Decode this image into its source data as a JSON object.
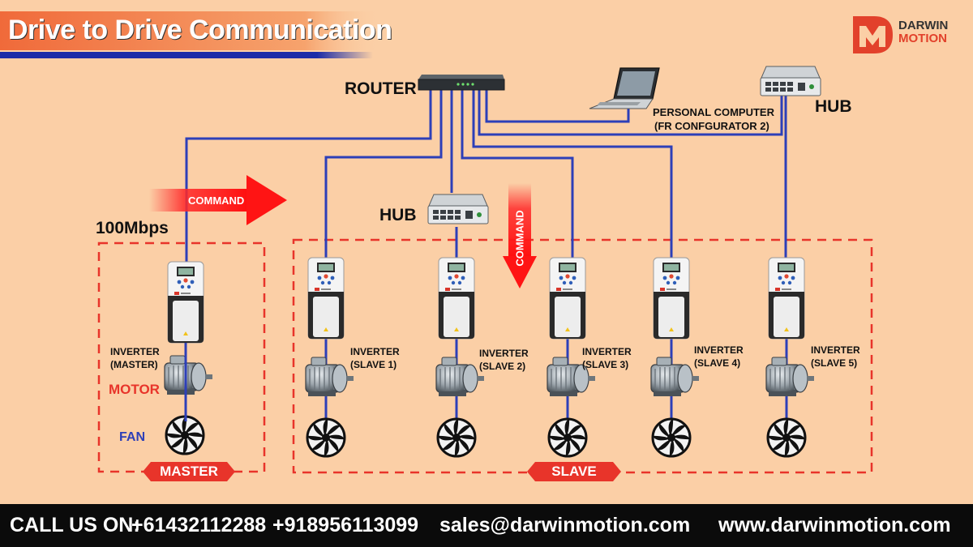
{
  "title": "Drive to Drive Communication",
  "brand": {
    "line1": "DARWIN",
    "line2": "MOTION"
  },
  "colors": {
    "background": "#fbcfa6",
    "network_line": "#2d3fb8",
    "command_arrow": "#ff1a1a",
    "dashed_box": "#e8342a",
    "footer_bg": "#0b0b0b"
  },
  "network": {
    "router_label": "ROUTER",
    "hub_top_label": "HUB",
    "hub_mid_label": "HUB",
    "pc_label_line1": "PERSONAL COMPUTER",
    "pc_label_line2": "(FR CONFGURATOR 2)",
    "speed_label": "100Mbps",
    "command_label_horizontal": "COMMAND",
    "command_label_vertical": "COMMAND"
  },
  "master": {
    "inverter_line1": "INVERTER",
    "inverter_line2": "(MASTER)",
    "motor_label": "MOTOR",
    "fan_label": "FAN",
    "group_label": "MASTER"
  },
  "slaves": [
    {
      "line1": "INVERTER",
      "line2": "(SLAVE 1)"
    },
    {
      "line1": "INVERTER",
      "line2": "(SLAVE 2)"
    },
    {
      "line1": "INVERTER",
      "line2": "(SLAVE 3)"
    },
    {
      "line1": "INVERTER",
      "line2": "(SLAVE 4)"
    },
    {
      "line1": "INVERTER",
      "line2": "(SLAVE 5)"
    }
  ],
  "slave_group_label": "SLAVE",
  "footer": {
    "call_label": "CALL US ON:",
    "phone1": "+61432112288",
    "phone2": "+918956113099",
    "email": "sales@darwinmotion.com",
    "website": "www.darwinmotion.com"
  }
}
